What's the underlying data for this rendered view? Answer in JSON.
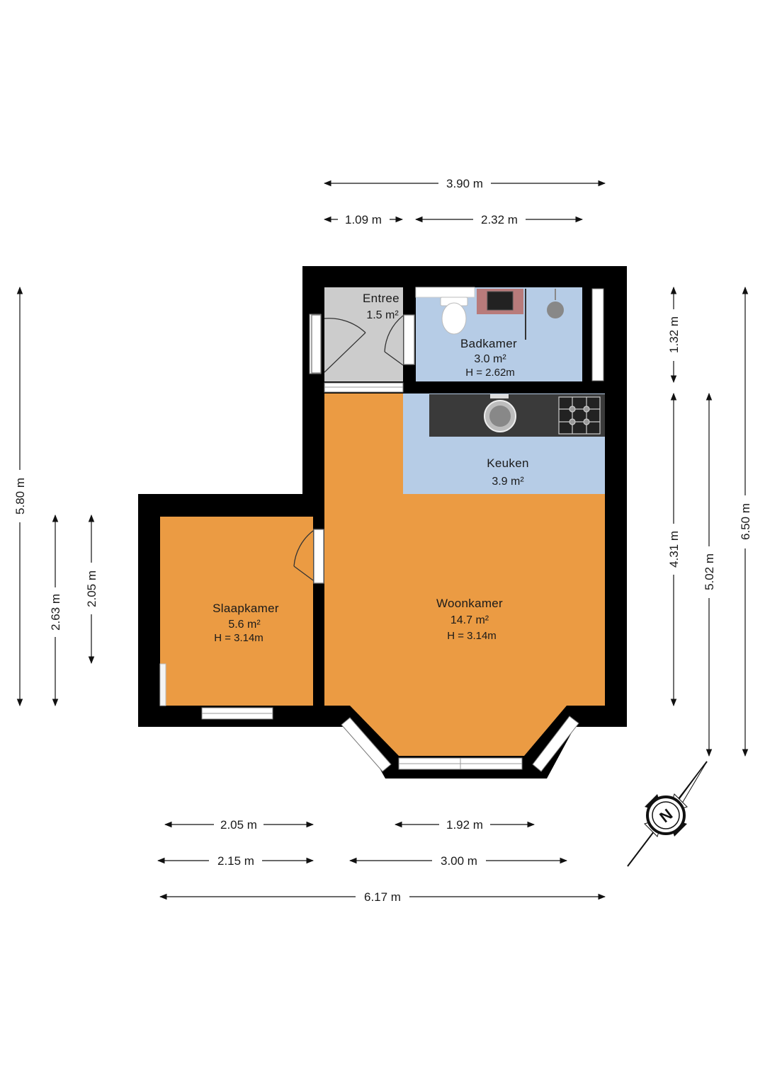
{
  "rooms": {
    "entree": {
      "name": "Entree",
      "area": "1.5 m²",
      "height": ""
    },
    "badkamer": {
      "name": "Badkamer",
      "area": "3.0 m²",
      "height": "H = 2.62m"
    },
    "keuken": {
      "name": "Keuken",
      "area": "3.9 m²",
      "height": ""
    },
    "woonkamer": {
      "name": "Woonkamer",
      "area": "14.7 m²",
      "height": "H = 3.14m"
    },
    "slaapkamer": {
      "name": "Slaapkamer",
      "area": "5.6 m²",
      "height": "H = 3.14m"
    }
  },
  "dimensions": {
    "top_total": "3.90 m",
    "top_entree": "1.09 m",
    "top_badkamer": "2.32 m",
    "left_total": "5.80 m",
    "left_slaap_outer": "2.63 m",
    "left_slaap_inner": "2.05 m",
    "right_badkamer": "1.32 m",
    "right_woon": "4.31 m",
    "right_mid": "5.02 m",
    "right_total": "6.50 m",
    "bottom_slaap_inner": "2.05 m",
    "bottom_bay": "1.92 m",
    "bottom_slaap_outer": "2.15 m",
    "bottom_woon": "3.00 m",
    "bottom_total": "6.17 m"
  },
  "compass": {
    "label": "N"
  },
  "colors": {
    "wall": "#000000",
    "living": "#eb9b43",
    "wet_room": "#b6cce6",
    "entree": "#cccccc",
    "counter": "#3a3a3a"
  }
}
